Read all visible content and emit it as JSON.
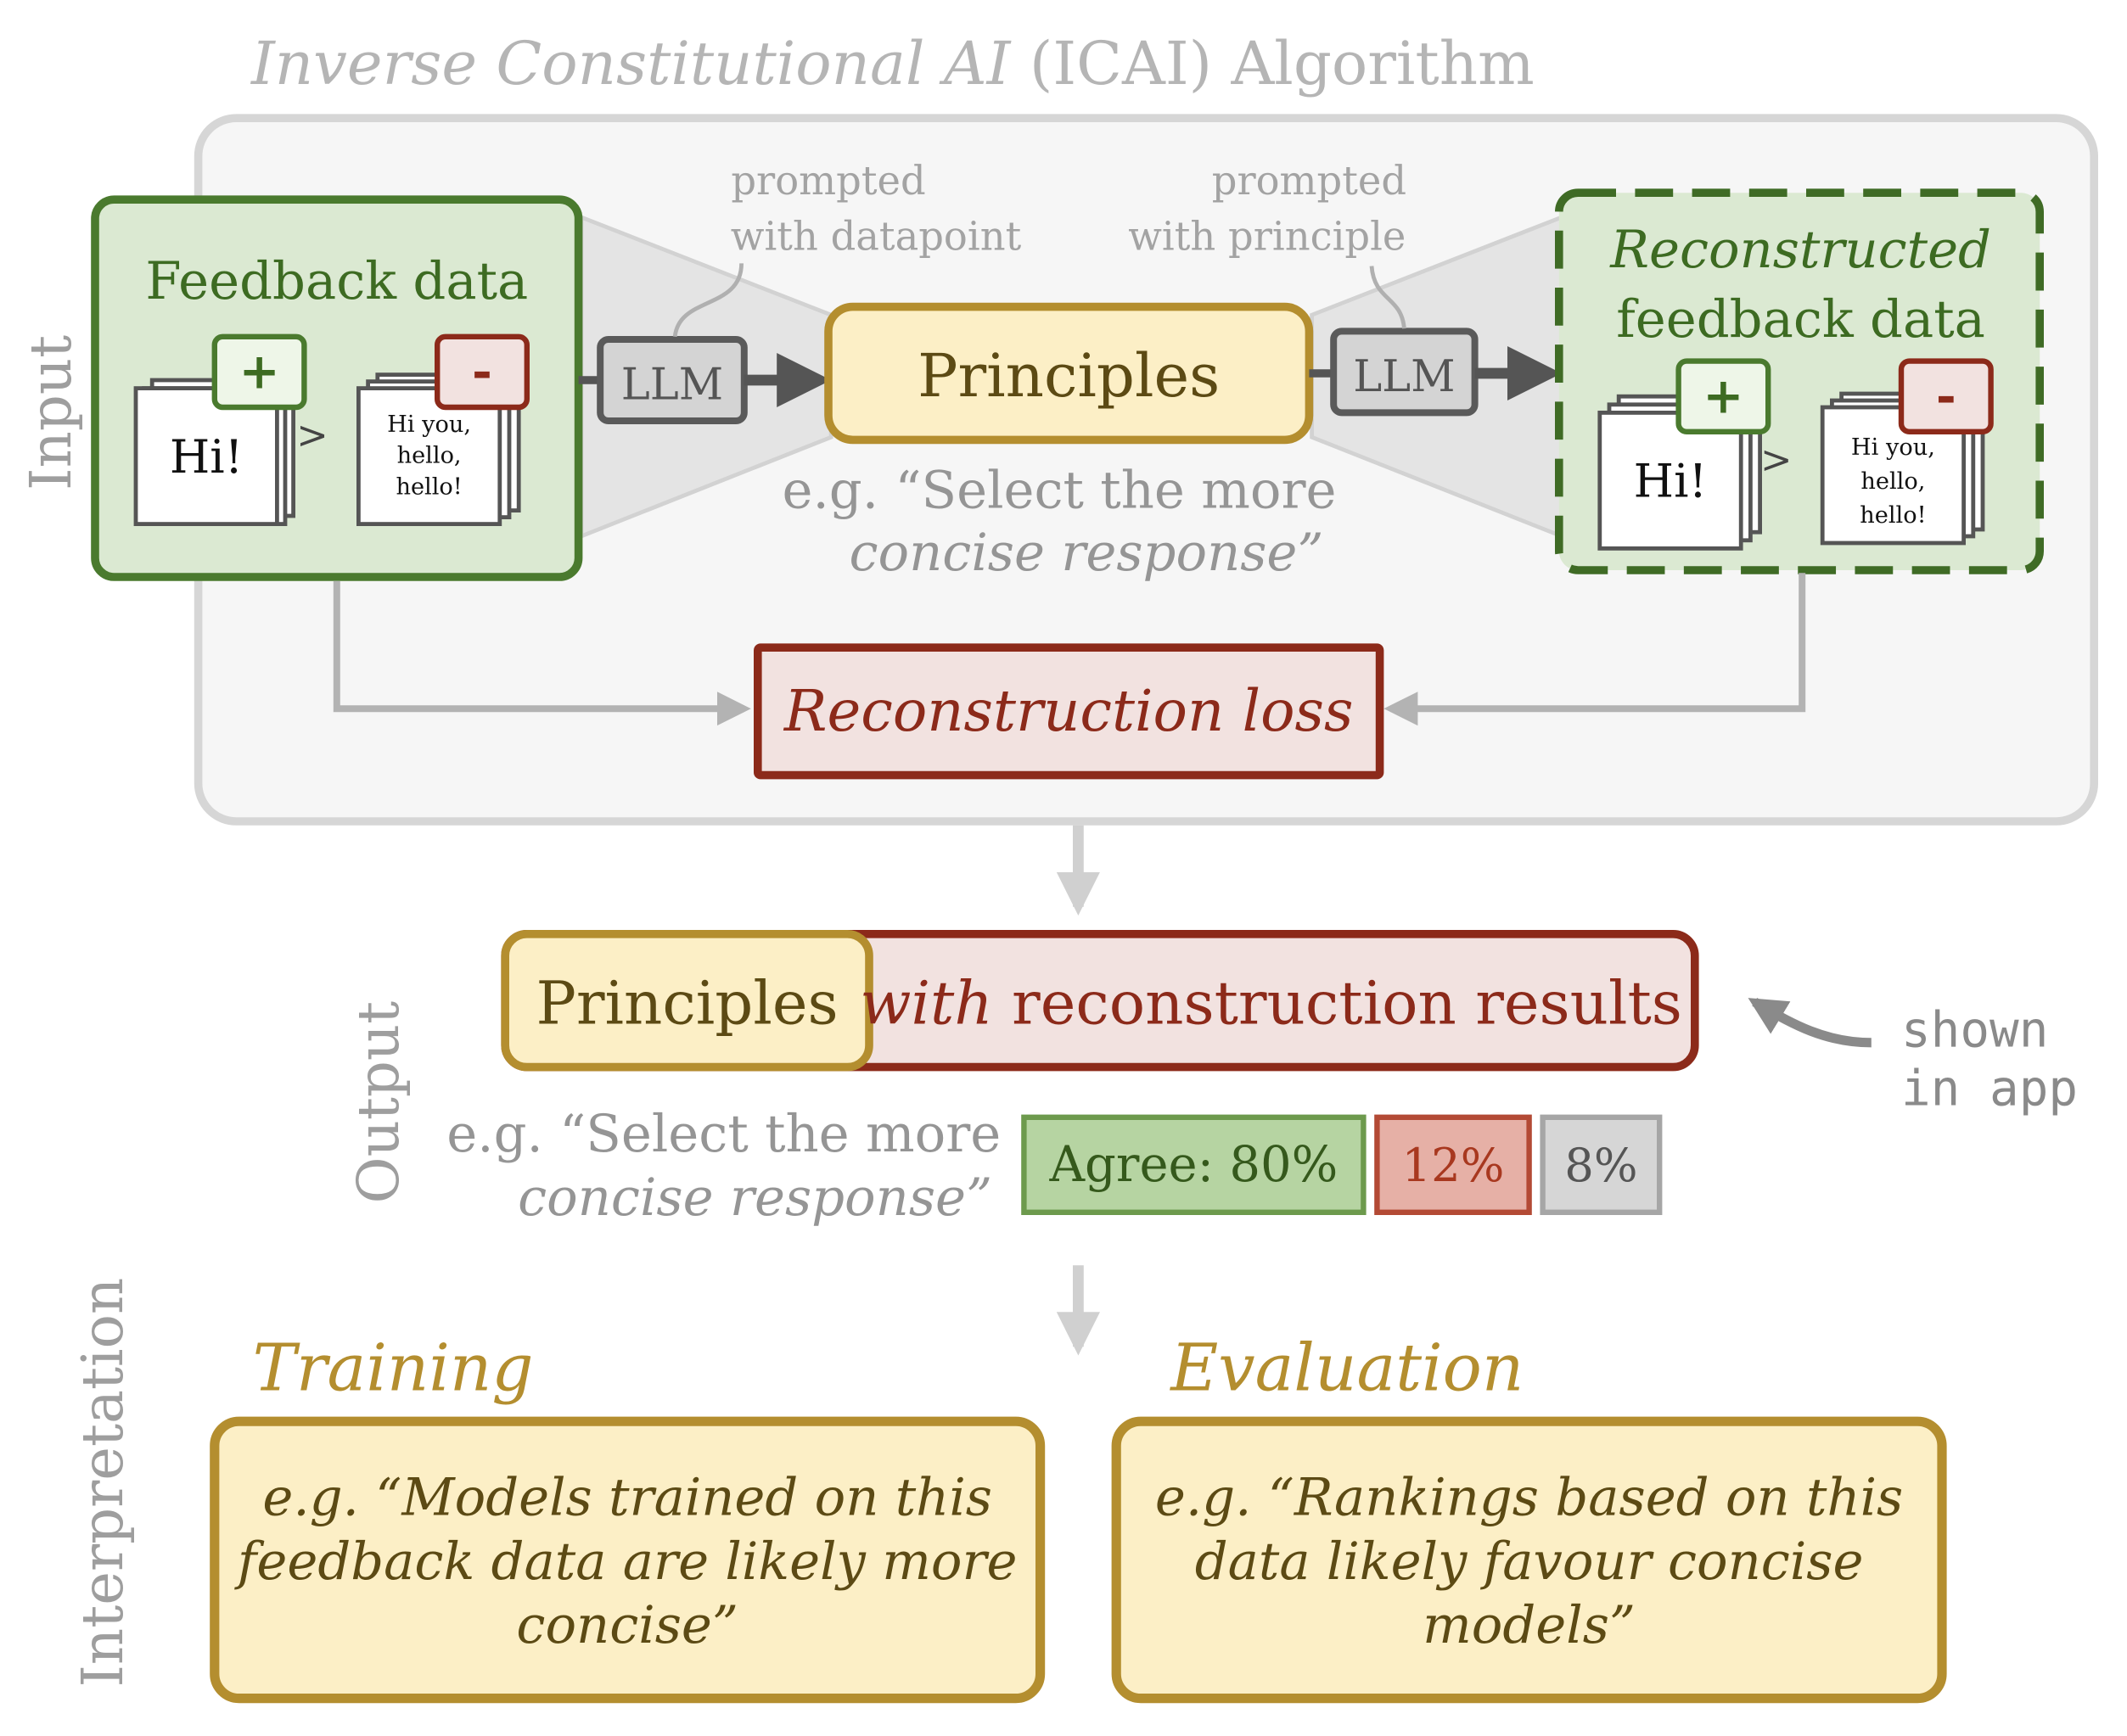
{
  "title": {
    "italic_part": "Inverse Constitutional AI",
    "rest": " (ICAI)  Algorithm"
  },
  "side_labels": {
    "input": "Input",
    "output": "Output",
    "interpretation": "Interpretation"
  },
  "feedback_data": {
    "title": "Feedback data",
    "plus": "+",
    "minus": "-",
    "chosen_text": "Hi!",
    "rejected_lines": [
      "Hi you,",
      "hello,",
      "hello!"
    ],
    "comparator": ">"
  },
  "llm_label": "LLM",
  "prompt_notes": {
    "left": [
      "prompted",
      "with datapoint"
    ],
    "right": [
      "prompted",
      "with principle"
    ]
  },
  "principles_box": {
    "label": "Principles",
    "example_lines": [
      "e.g. “Select the more",
      "concise response”"
    ]
  },
  "reconstructed": {
    "title_italic": "Reconstructed",
    "title_rest": "feedback data",
    "plus": "+",
    "minus": "-",
    "chosen_text": "Hi!",
    "rejected_lines": [
      "Hi you,",
      "hello,",
      "hello!"
    ],
    "comparator": ">"
  },
  "loss_label": "Reconstruction loss",
  "output": {
    "principles_label": "Principles",
    "with_word": "with",
    "results_rest": " reconstruction results",
    "shown_lines": [
      "shown",
      "in app"
    ],
    "example_lines": [
      "e.g. “Select the more",
      "concise response”"
    ],
    "agree_label": "Agree: 80%",
    "disagree_label": "12%",
    "other_label": "8%"
  },
  "interpretation": {
    "training": {
      "heading": "Training",
      "lines": [
        "e.g. “Models trained on this",
        "feedback data are likely more",
        "concise”"
      ]
    },
    "evaluation": {
      "heading": "Evaluation",
      "lines": [
        "e.g. “Rankings based on this",
        "data likely favour concise",
        "models”"
      ]
    }
  },
  "colors": {
    "green_dark": "#4a7a2e",
    "green_fill": "#dbe9d2",
    "red_dark": "#8c2a1a",
    "red_fill": "#f2e2e0",
    "gold_dark": "#b48e2f",
    "gold_fill": "#fcefc6",
    "gray_text": "#9e9e9e",
    "llm_fill": "#d4d4d4"
  }
}
